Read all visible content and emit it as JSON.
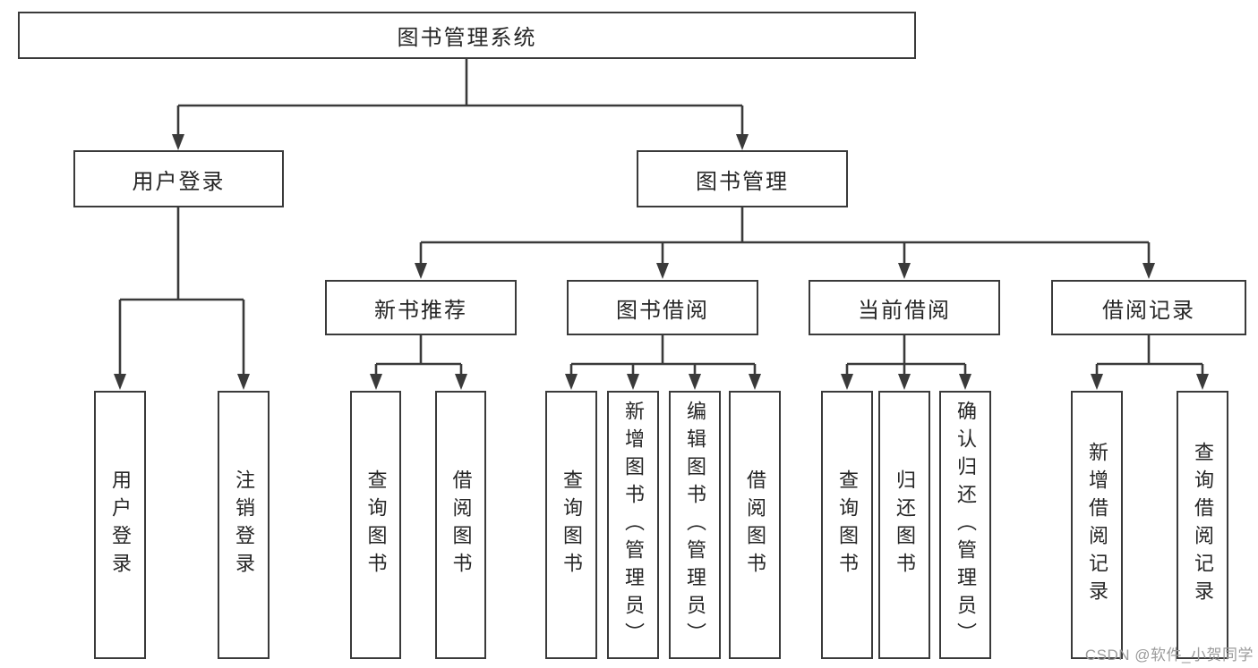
{
  "diagram": {
    "root": "图书管理系统",
    "login": {
      "label": "用户登录",
      "children": [
        "用户登录",
        "注销登录"
      ]
    },
    "management": {
      "label": "图书管理",
      "sections": [
        {
          "label": "新书推荐",
          "children": [
            "查询图书",
            "借阅图书"
          ]
        },
        {
          "label": "图书借阅",
          "children": [
            "查询图书",
            "新增图书（管理员）",
            "编辑图书（管理员）",
            "借阅图书"
          ]
        },
        {
          "label": "当前借阅",
          "children": [
            "查询图书",
            "归还图书",
            "确认归还（管理员）"
          ]
        },
        {
          "label": "借阅记录",
          "children": [
            "新增借阅记录",
            "查询借阅记录"
          ]
        }
      ]
    }
  },
  "watermark": "CSDN @软件_小贺同学",
  "colors": {
    "line": "#3a3a3a",
    "border": "#3a3a3a",
    "text": "#262626",
    "background": "#ffffff",
    "watermark": "#9b9b9b"
  }
}
